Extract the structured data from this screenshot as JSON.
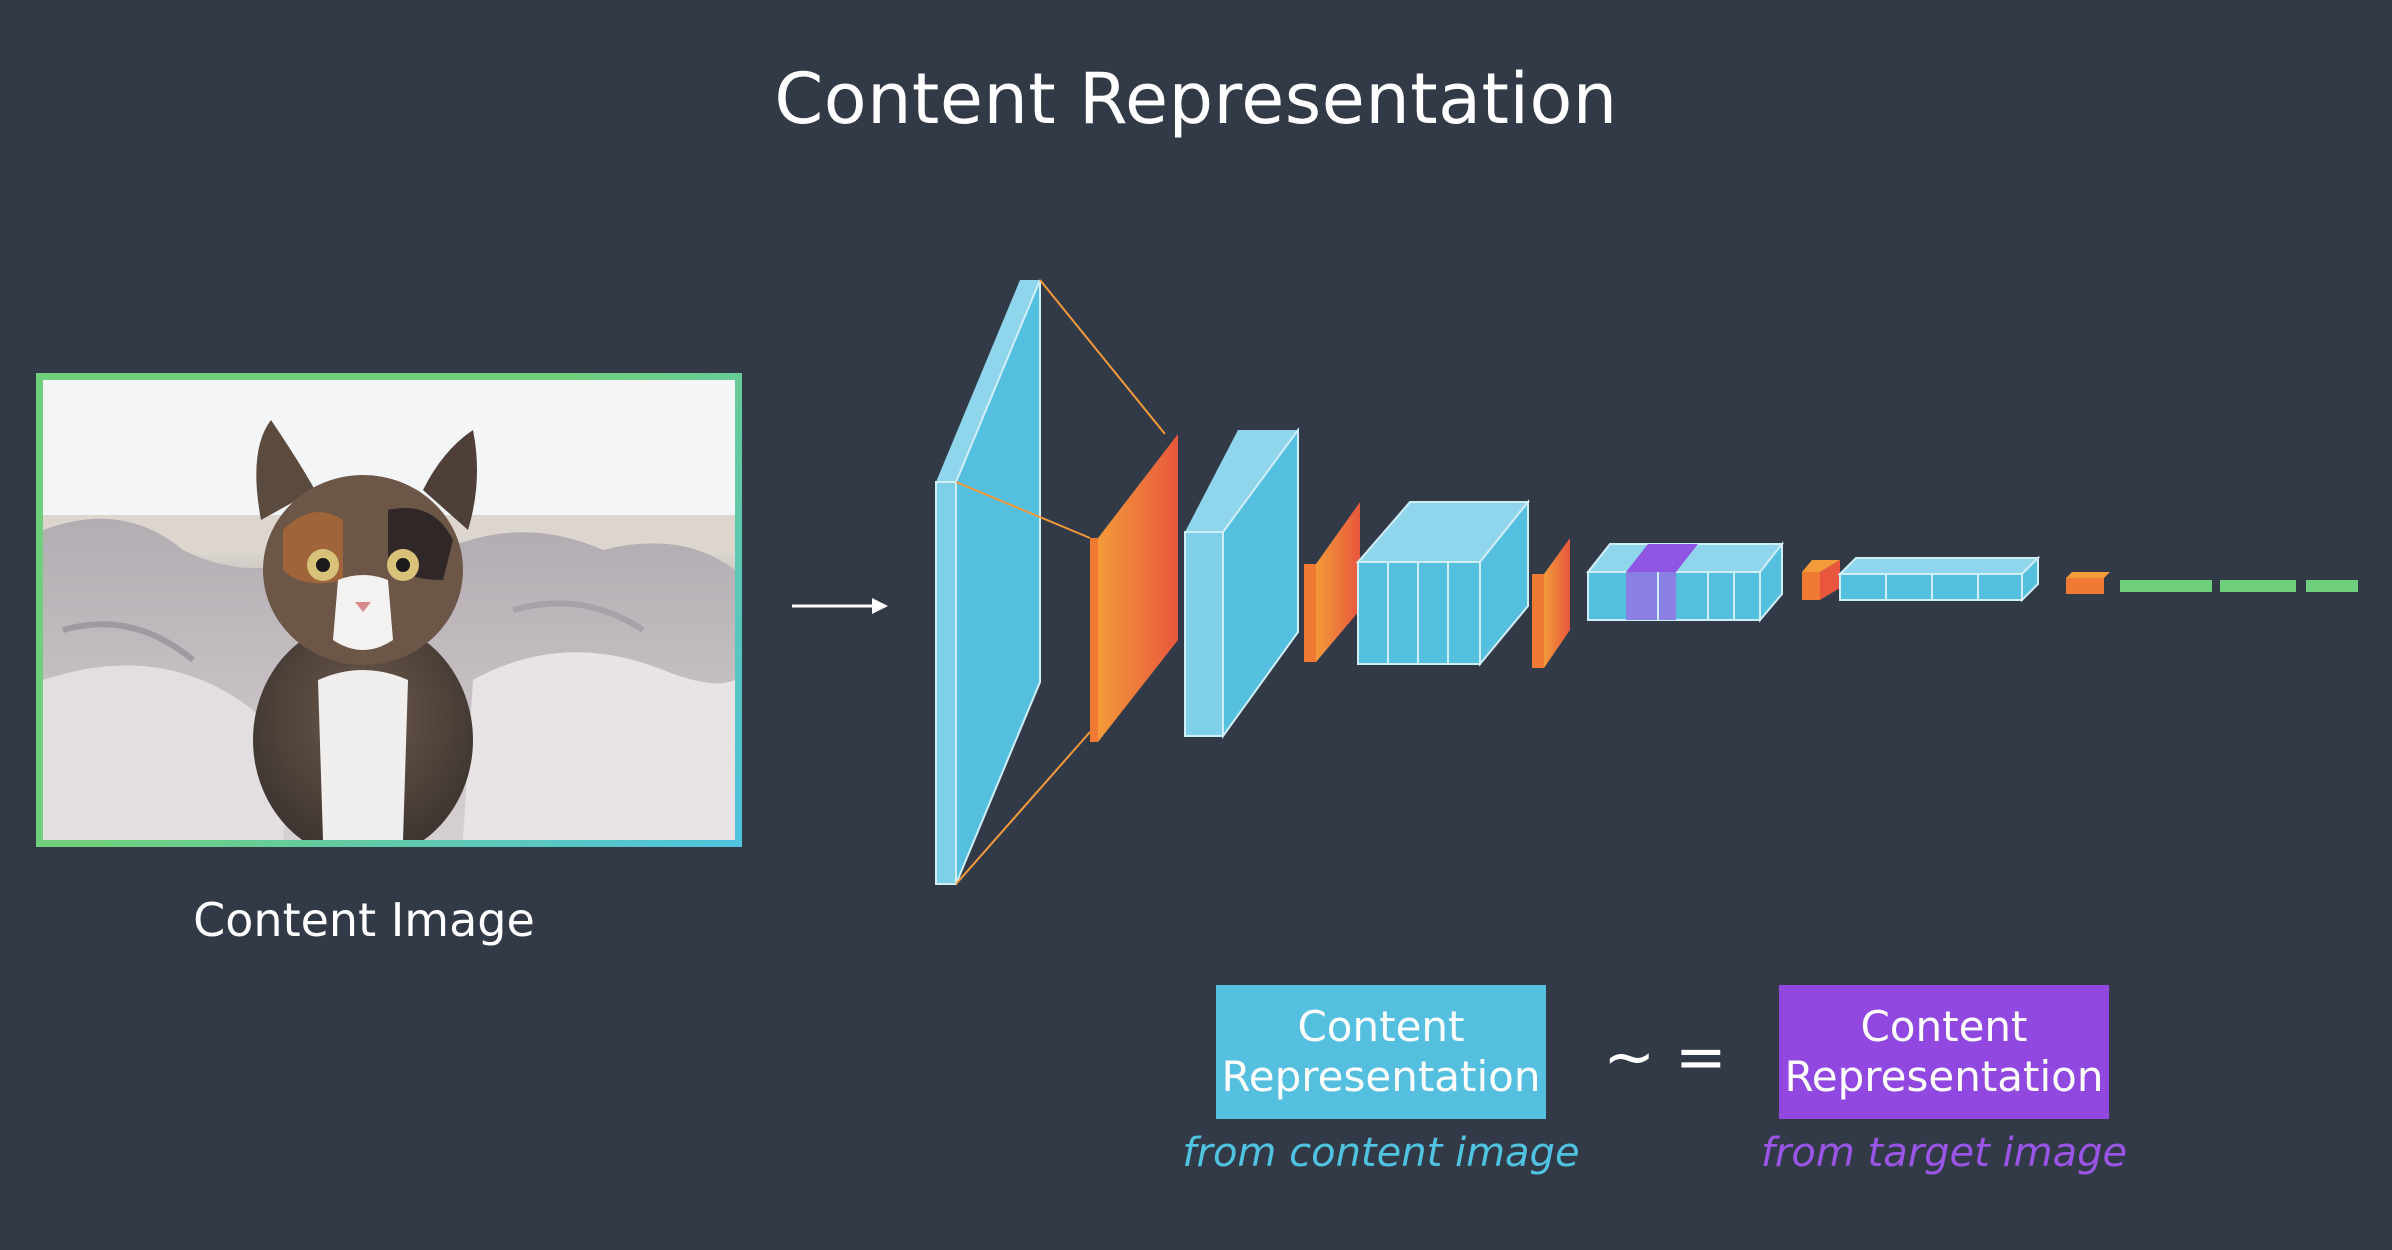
{
  "title": "Content Representation",
  "content_image": {
    "label": "Content Image"
  },
  "network": {
    "colors": {
      "feature_map": "#55bfe0",
      "pooling": "#f07a33",
      "highlight_layer": "#8e56e3",
      "dense": "#6fcf7c"
    }
  },
  "equation": {
    "left": {
      "line1": "Content",
      "line2": "Representation",
      "caption": "from content image",
      "color": "#55bfe0"
    },
    "operator": "~ =",
    "right": {
      "line1": "Content",
      "line2": "Representation",
      "caption": "from target image",
      "color": "#9148e0"
    }
  }
}
